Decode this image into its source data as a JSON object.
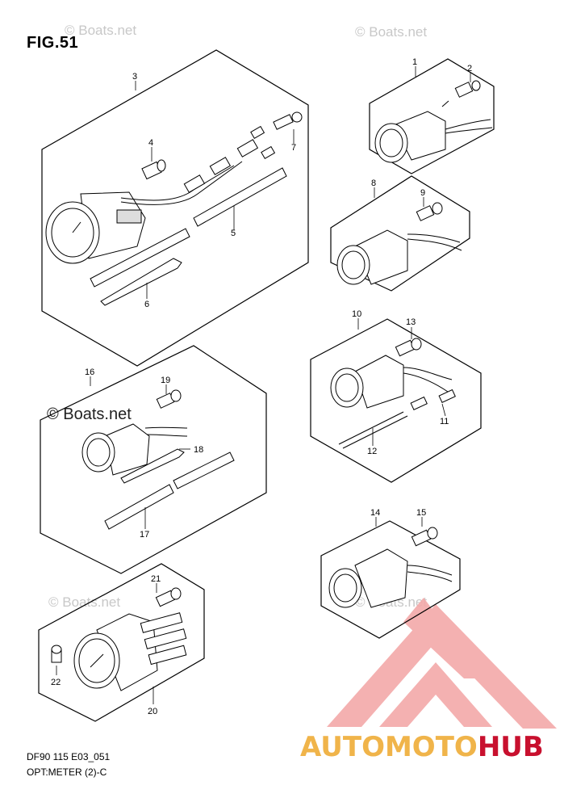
{
  "figure": {
    "title": "FIG.51"
  },
  "footer": {
    "line1": "DF90 115 E03_051",
    "line2": "OPT:METER (2)-C"
  },
  "watermarks": [
    "© Boats.net",
    "© Boats.net",
    "© Boats.net",
    "© Boats.net",
    "© Boats.net"
  ],
  "logo": {
    "text_part1": "AUTOMOTO",
    "text_part2": "HUB",
    "colors": {
      "outline": "#f0a0a0",
      "accent": "#f0b44a",
      "brand": "#c8102e"
    }
  },
  "callouts": [
    "1",
    "2",
    "3",
    "4",
    "5",
    "6",
    "7",
    "8",
    "9",
    "10",
    "11",
    "12",
    "13",
    "14",
    "15",
    "16",
    "17",
    "18",
    "19",
    "20",
    "21",
    "22"
  ]
}
